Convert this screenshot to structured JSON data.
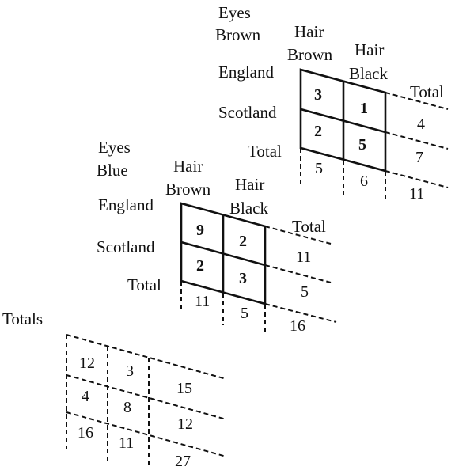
{
  "brown_eyes_table": {
    "eyes_label": "Eyes",
    "eyes_value": "Brown",
    "col1_hair": "Hair",
    "col1_color": "Brown",
    "col2_hair": "Hair",
    "col2_color": "Black",
    "total_col": "Total",
    "row1": "England",
    "row2": "Scotland",
    "total_row": "Total",
    "cells": [
      "3",
      "1",
      "2",
      "5"
    ],
    "row_totals": [
      "4",
      "7"
    ],
    "col_totals": [
      "5",
      "6"
    ],
    "grand_total": "11"
  },
  "blue_eyes_table": {
    "eyes_label": "Eyes",
    "eyes_value": "Blue",
    "col1_hair": "Hair",
    "col1_color": "Brown",
    "col2_hair": "Hair",
    "col2_color": "Black",
    "total_col": "Total",
    "row1": "England",
    "row2": "Scotland",
    "total_row": "Total",
    "cells": [
      "9",
      "2",
      "2",
      "3"
    ],
    "row_totals": [
      "11",
      "5"
    ],
    "col_totals": [
      "11",
      "5"
    ],
    "grand_total": "16"
  },
  "totals_table": {
    "label": "Totals",
    "cells": [
      "12",
      "3",
      "4",
      "8"
    ],
    "row_totals": [
      "15",
      "12"
    ],
    "col_totals": [
      "16",
      "11"
    ],
    "grand_total": "27"
  }
}
